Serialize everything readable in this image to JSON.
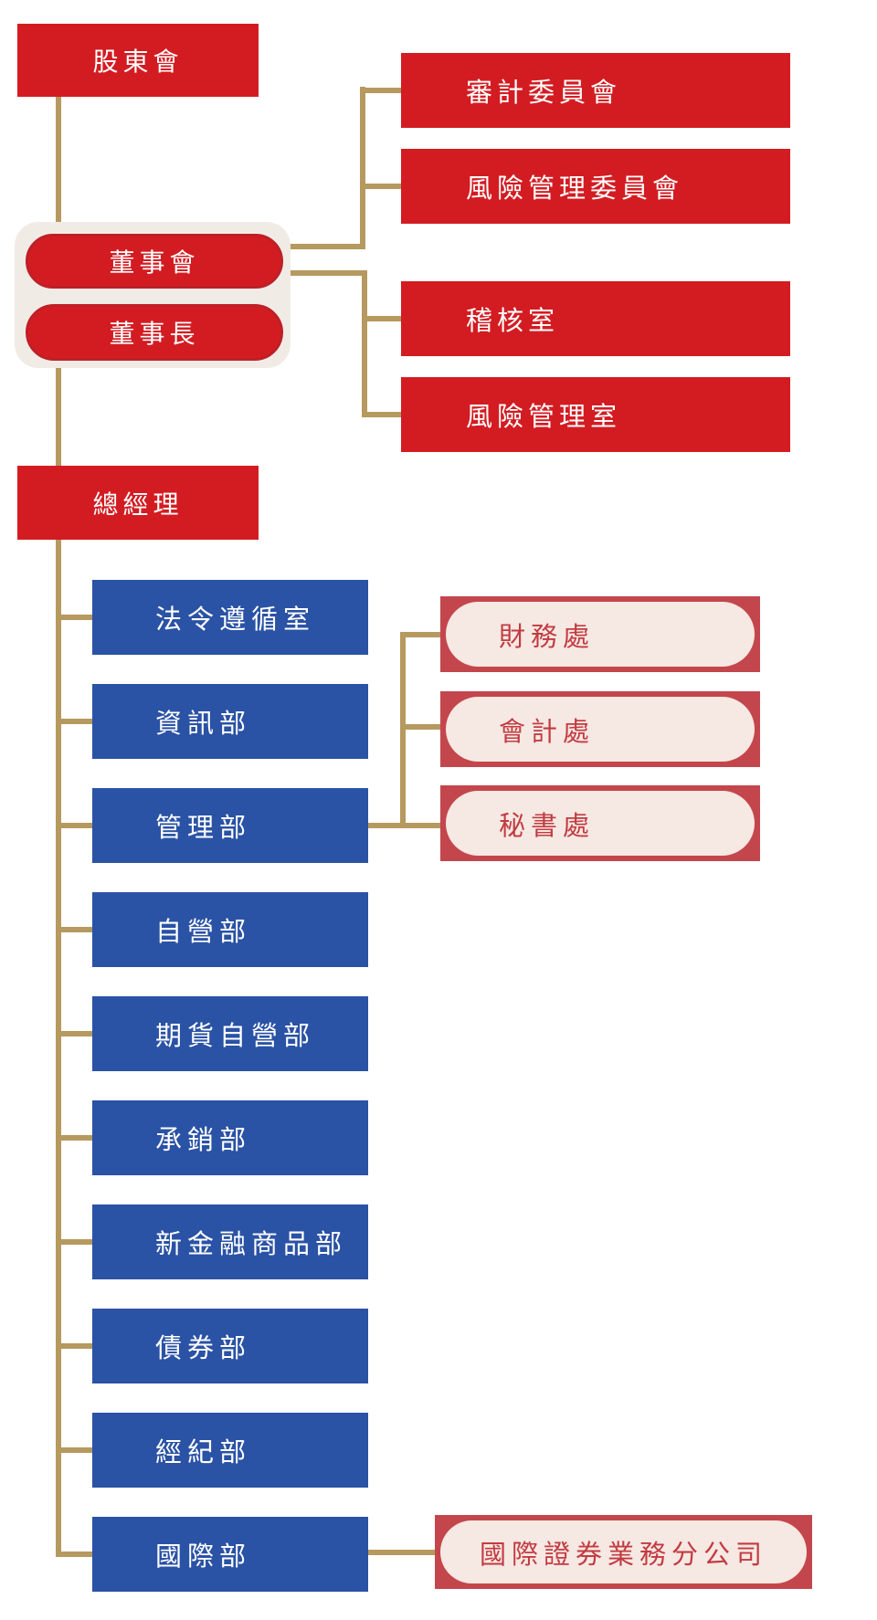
{
  "org": {
    "shareholders": {
      "label": "股東會"
    },
    "board": {
      "label": "董事會"
    },
    "chairman": {
      "label": "董事長"
    },
    "board_committees": [
      {
        "label": "審計委員會"
      },
      {
        "label": "風險管理委員會"
      }
    ],
    "board_offices": [
      {
        "label": "稽核室"
      },
      {
        "label": "風險管理室"
      }
    ],
    "president": {
      "label": "總經理"
    },
    "departments": [
      {
        "label": "法令遵循室"
      },
      {
        "label": "資訊部"
      },
      {
        "label": "管理部"
      },
      {
        "label": "自營部"
      },
      {
        "label": "期貨自營部"
      },
      {
        "label": "承銷部"
      },
      {
        "label": "新金融商品部"
      },
      {
        "label": "債券部"
      },
      {
        "label": "經紀部"
      },
      {
        "label": "國際部"
      }
    ],
    "admin_offices": [
      {
        "label": "財務處"
      },
      {
        "label": "會計處"
      },
      {
        "label": "秘書處"
      }
    ],
    "international_branch": {
      "label": "國際證券業務分公司"
    }
  },
  "colors": {
    "primary_red": "#d31c22",
    "pill_frame_red": "#c4464d",
    "pill_text_red": "#c23b42",
    "department_blue": "#2a52a5",
    "connector_gold": "#b6995f",
    "cream_panel": "#f1ebe6",
    "cream_pill_fill": "#f6e8e2",
    "text_white": "#ffffff"
  }
}
